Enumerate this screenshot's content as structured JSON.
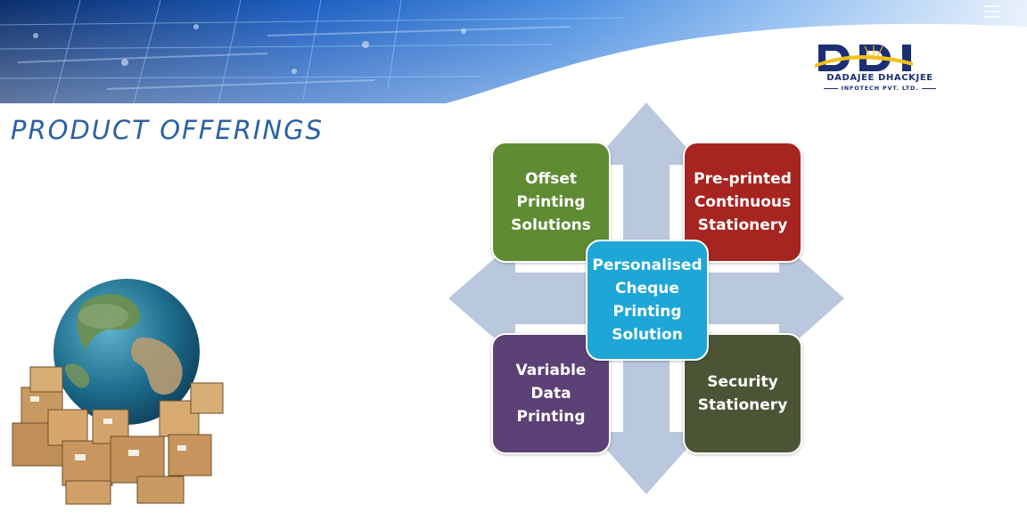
{
  "slide": {
    "title": "PRODUCT OFFERINGS"
  },
  "logo": {
    "name": "DADAJEE DHACKJEE",
    "subtitle": "INFOTECH PVT. LTD."
  },
  "offerings": {
    "center": "Personalised\nCheque\nPrinting\nSolution",
    "top_left": "Offset\nPrinting\nSolutions",
    "top_right": "Pre-printed\nContinuous\nStationery",
    "bottom_left": "Variable\nData\nPrinting",
    "bottom_right": "Security\nStationery"
  },
  "colors": {
    "title": "#2a5fa5",
    "top_left": "#5f8b33",
    "top_right": "#a62521",
    "bottom_left": "#5c4176",
    "bottom_right": "#4b5535",
    "center": "#1ea6d7",
    "arrows": "#b9c8dc"
  }
}
